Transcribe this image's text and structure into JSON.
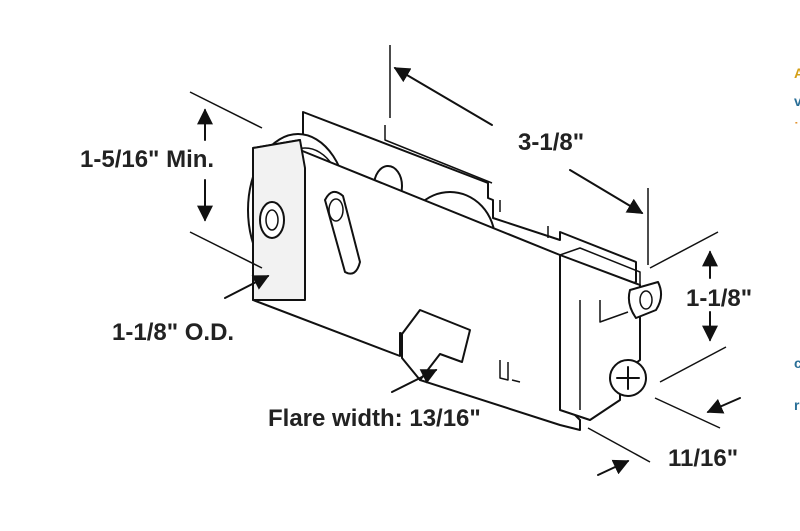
{
  "diagram": {
    "labels": {
      "height_min": "1-5/16\" Min.",
      "length": "3-1/8\"",
      "wheel_od": "1-1/8\" O.D.",
      "side_height": "1-1/8\"",
      "flare_width": "Flare width: 13/16\"",
      "width": "11/16\""
    }
  },
  "edge_strip": {
    "marks": [
      "A",
      "v",
      "˙",
      "c",
      "r"
    ]
  },
  "colors": {
    "line": "#111111",
    "text": "#222222",
    "edge_accent_1": "#d4a017",
    "edge_accent_2": "#2a6f97",
    "edge_accent_3": "#e08a1e"
  }
}
